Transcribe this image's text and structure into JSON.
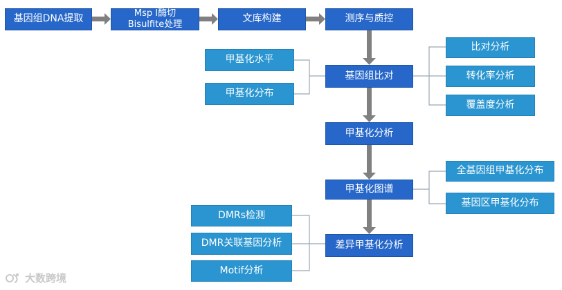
{
  "pipeline": {
    "step1": "基因组DNA提取",
    "step2_line1": "Msp I酶切",
    "step2_line2": "Bisulfite处理",
    "step3": "文库构建",
    "step4": "测序与质控",
    "step5": "基因组比对",
    "step6": "甲基化分析",
    "step7": "甲基化图谱",
    "step8": "差异甲基化分析"
  },
  "alignment_left": [
    "甲基化水平",
    "甲基化分布"
  ],
  "alignment_right": [
    "比对分析",
    "转化率分析",
    "覆盖度分析"
  ],
  "map_right": [
    "全基因组甲基化分布",
    "基因区甲基化分布"
  ],
  "diff_left": [
    "DMRs检测",
    "DMR关联基因分析",
    "Motif分析"
  ],
  "watermark": "大数跨境",
  "colors": {
    "main_box": "#2667c9",
    "side_box": "#2a95d0",
    "arrow": "#808080",
    "bracket": "#9aa6b2"
  },
  "icons": [
    "watermark-logo-icon"
  ]
}
